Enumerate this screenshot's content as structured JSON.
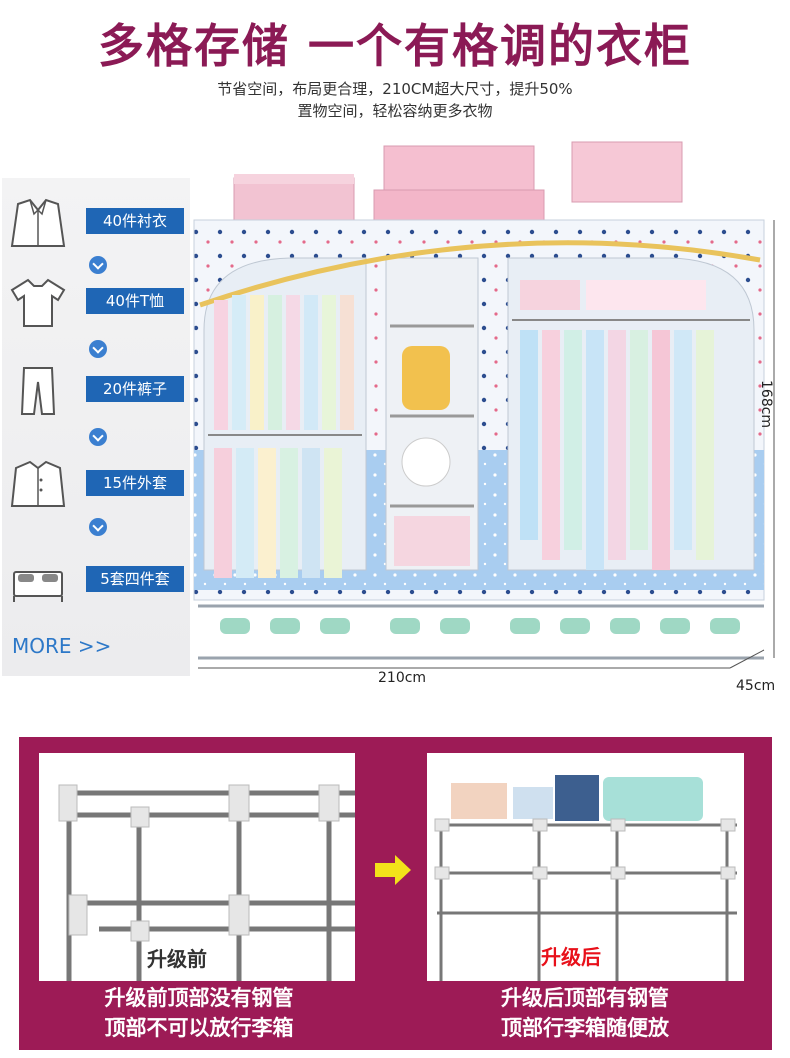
{
  "header": {
    "title": "多格存储 一个有格调的衣柜",
    "subtitle_line1": "节省空间，布局更合理，210CM超大尺寸，提升50%",
    "subtitle_line2": "置物空间，轻松容纳更多衣物"
  },
  "capacity": {
    "items": [
      {
        "label": "40件衬衣",
        "icon": "shirt-icon"
      },
      {
        "label": "40件T恤",
        "icon": "tshirt-icon"
      },
      {
        "label": "20件裤子",
        "icon": "pants-icon"
      },
      {
        "label": "15件外套",
        "icon": "jacket-icon"
      },
      {
        "label": "5套四件套",
        "icon": "bedding-icon"
      }
    ],
    "more_link": "MORE >>"
  },
  "dimensions": {
    "height": "168cm",
    "width": "210cm",
    "depth": "45cm"
  },
  "comparison": {
    "before_tag": "升级前",
    "after_tag": "升级后",
    "before_text_line1": "升级前顶部没有钢管",
    "before_text_line2": "顶部不可以放行李箱",
    "after_text_line1": "升级后顶部有钢管",
    "after_text_line2": "顶部行李箱随便放"
  },
  "colors": {
    "title": "#8b1a55",
    "label_bg": "#1f66b5",
    "compare_bg": "#9d1b56",
    "after_tag": "#e8101a"
  }
}
